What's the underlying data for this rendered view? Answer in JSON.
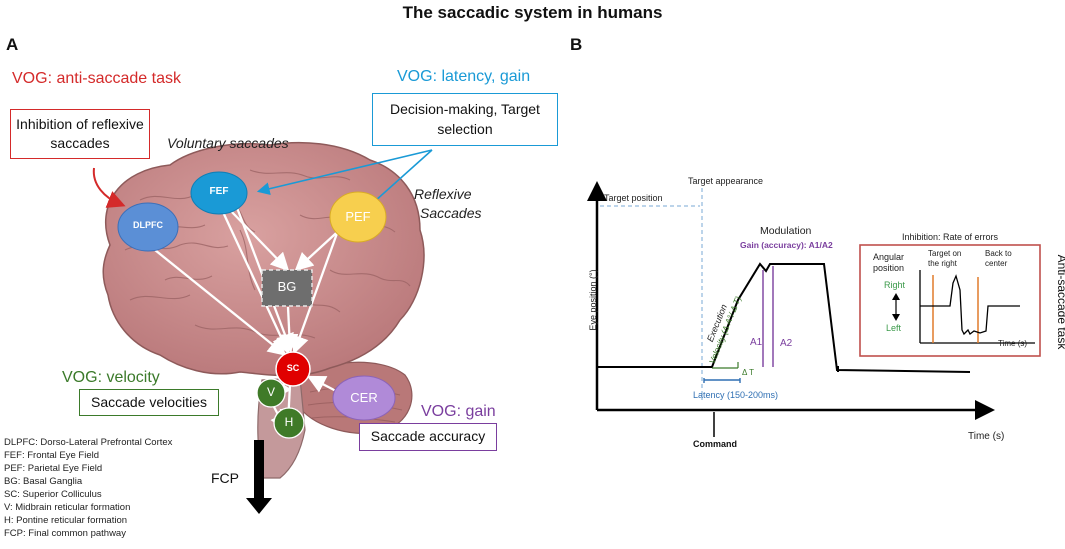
{
  "title": "The saccadic system in humans",
  "panel_a": {
    "label": "A",
    "vog_antisaccade": "VOG: anti-saccade task",
    "vog_latency_gain": "VOG: latency, gain",
    "vog_velocity": "VOG: velocity",
    "vog_gain": "VOG: gain",
    "box_inhibition": "Inhibition of reflexive saccades",
    "box_decision": "Decision-making, Target selection",
    "box_velocities": "Saccade velocities",
    "box_accuracy": "Saccade accuracy",
    "voluntary": "Voluntary saccades",
    "reflexive_1": "Reflexive",
    "reflexive_2": "Saccades",
    "nodes": {
      "dlpfc": "DLPFC",
      "fef": "FEF",
      "pef": "PEF",
      "bg": "BG",
      "sc": "SC",
      "cer": "CER",
      "v": "V",
      "h": "H"
    },
    "fcp": "FCP",
    "legend": [
      "DLPFC: Dorso-Lateral Prefrontal Cortex",
      "FEF: Frontal Eye Field",
      "PEF: Parietal Eye Field",
      "BG: Basal Ganglia",
      "SC: Superior Colliculus",
      "V: Midbrain reticular formation",
      "H: Pontine reticular formation",
      "FCP: Final common pathway"
    ],
    "colors": {
      "red": "#d42a2a",
      "blue": "#1a9ad6",
      "green": "#3b7a2a",
      "purple": "#7a3e9e",
      "brain": "#c98a8a"
    }
  },
  "panel_b": {
    "label": "B",
    "target_position": "Target position",
    "target_appearance": "Target appearance",
    "ylabel": "Eye position (°)",
    "xlabel": "Time (s)",
    "modulation": "Modulation",
    "gain_label": "Gain (accuracy): A1/A2",
    "execution": "Execution",
    "velocity_label": "Velocity (Δ A°/ Δ T)",
    "a1": "A1",
    "a2": "A2",
    "delta_t": "Δ T",
    "latency": "Latency (150-200ms)",
    "command": "Command",
    "inset": {
      "title": "Inhibition: Rate of errors",
      "angular": "Angular",
      "position": "position",
      "target_right_1": "Target on",
      "target_right_2": "the right",
      "back_1": "Back to",
      "back_2": "center",
      "right": "Right",
      "left": "Left",
      "time": "Time (s)"
    },
    "side_label": "Anti-saccade task"
  }
}
